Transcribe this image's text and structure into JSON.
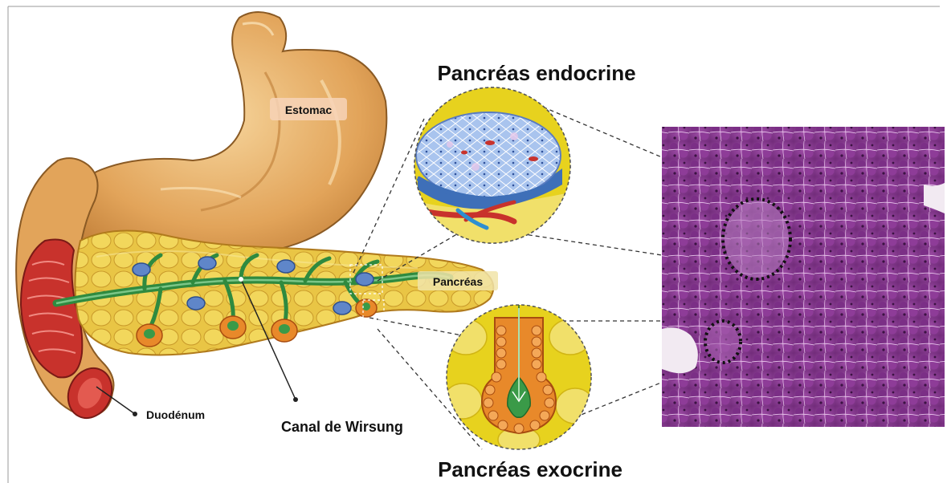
{
  "labels": {
    "endocrine_title": "Pancréas endocrine",
    "exocrine_title": "Pancréas exocrine",
    "stomach": "Estomac",
    "pancreas": "Pancréas",
    "duodenum": "Duodénum",
    "wirsung": "Canal de Wirsung"
  },
  "colors": {
    "stomach": "#e2a45a",
    "pancreas": "#e9c545",
    "lobule": "#f0b84a",
    "duct": "#2f8a3f",
    "duodenum_inner": "#c8322c",
    "histology": "#8a3c94",
    "inset_ring": "#e7d21e",
    "islet": "#9ab8e6"
  },
  "icons": {
    "stomach": "stomach-illustration",
    "pancreas": "pancreas-illustration",
    "duodenum": "duodenum-illustration",
    "islet": "islet-of-langerhans-inset",
    "acinus": "acinus-inset",
    "histology": "histology-micrograph"
  }
}
